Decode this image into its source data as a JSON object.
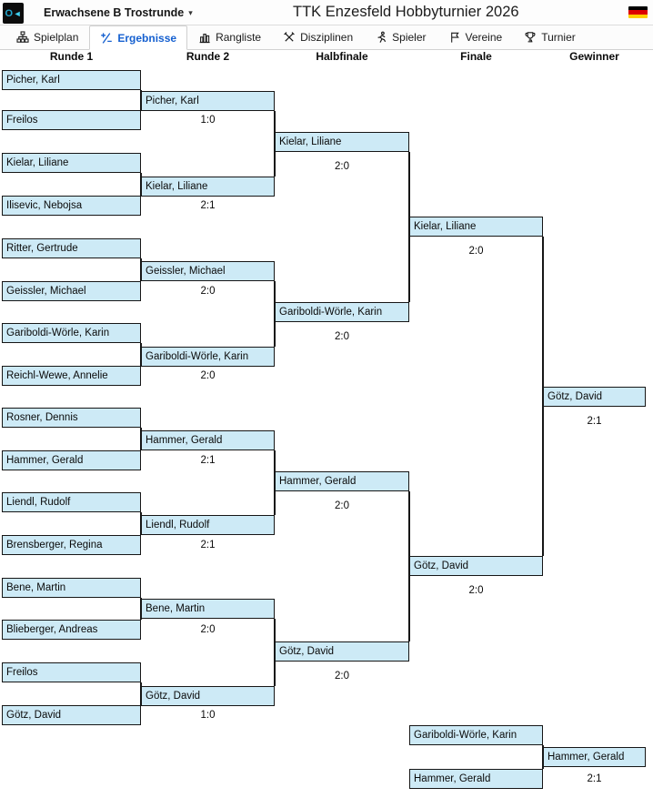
{
  "theme": {
    "accent": "#1560d0",
    "box_fill": "#cdeaf6",
    "line_color": "#161616",
    "logo_cyan": "#23a8cf",
    "logo_cyan2": "#40d0ef",
    "flag_black": "#000000",
    "flag_red": "#dd0000",
    "flag_gold": "#ffce00"
  },
  "titlebar": {
    "logo_o": "O",
    "logo_arrow": "◄",
    "category": "Erwachsene B Trostrunde",
    "caret": "▾",
    "title": "TTK Enzesfeld Hobbyturnier 2026",
    "flag_icon": "german-flag"
  },
  "tabs": [
    {
      "label": "Spielplan",
      "icon": "sitemap-icon",
      "active": false
    },
    {
      "label": "Ergebnisse",
      "icon": "plus-minus-icon",
      "active": true
    },
    {
      "label": "Rangliste",
      "icon": "bar-chart-icon",
      "active": false
    },
    {
      "label": "Disziplinen",
      "icon": "crossed-hammers-icon",
      "active": false
    },
    {
      "label": "Spieler",
      "icon": "runner-icon",
      "active": false
    },
    {
      "label": "Vereine",
      "icon": "flag-icon",
      "active": false
    },
    {
      "label": "Turnier",
      "icon": "trophy-icon",
      "active": false
    }
  ],
  "columns": [
    "Runde 1",
    "Runde 2",
    "Halbfinale",
    "Finale",
    "Gewinner"
  ],
  "bracket": {
    "round1": [
      "Picher, Karl",
      "Freilos",
      "Kielar, Liliane",
      "Ilisevic, Nebojsa",
      "Ritter, Gertrude",
      "Geissler, Michael",
      "Gariboldi-Wörle, Karin",
      "Reichl-Wewe, Annelie",
      "Rosner, Dennis",
      "Hammer, Gerald",
      "Liendl, Rudolf",
      "Brensberger, Regina",
      "Bene, Martin",
      "Blieberger, Andreas",
      "Freilos",
      "Götz, David"
    ],
    "round2": [
      {
        "name": "Picher, Karl",
        "score": "1:0"
      },
      {
        "name": "Kielar, Liliane",
        "score": "2:1"
      },
      {
        "name": "Geissler, Michael",
        "score": "2:0"
      },
      {
        "name": "Gariboldi-Wörle, Karin",
        "score": "2:0"
      },
      {
        "name": "Hammer, Gerald",
        "score": "2:1"
      },
      {
        "name": "Liendl, Rudolf",
        "score": "2:1"
      },
      {
        "name": "Bene, Martin",
        "score": "2:0"
      },
      {
        "name": "Götz, David",
        "score": "1:0"
      }
    ],
    "semifinals": [
      {
        "name": "Kielar, Liliane",
        "score": "2:0"
      },
      {
        "name": "Gariboldi-Wörle, Karin",
        "score": "2:0"
      },
      {
        "name": "Hammer, Gerald",
        "score": "2:0"
      },
      {
        "name": "Götz, David",
        "score": "2:0"
      }
    ],
    "finals": [
      {
        "name": "Kielar, Liliane",
        "score": "2:0"
      },
      {
        "name": "Götz, David",
        "score": "2:0"
      }
    ],
    "winner": {
      "name": "Götz, David",
      "score": "2:1"
    },
    "third_place": {
      "players": [
        "Gariboldi-Wörle, Karin",
        "Hammer, Gerald"
      ],
      "winner": "Hammer, Gerald",
      "score": "2:1"
    }
  }
}
